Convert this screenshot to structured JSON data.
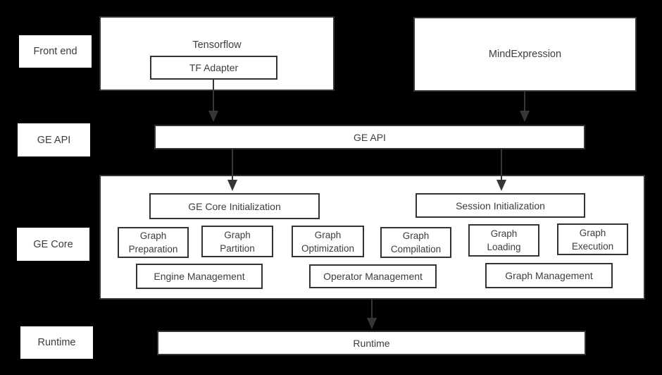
{
  "diagram": {
    "row_labels": {
      "front_end": "Front end",
      "ge_api": "GE API",
      "ge_core": "GE Core",
      "runtime": "Runtime"
    },
    "front_end": {
      "tensorflow_label": "Tensorflow",
      "tf_adapter_label": "TF Adapter",
      "mindexpression_label": "MindExpression"
    },
    "ge_api": {
      "bar_label": "GE API"
    },
    "ge_core": {
      "init_boxes": [
        {
          "label": "GE Core Initialization"
        },
        {
          "label": "Session Initialization"
        }
      ],
      "stages": [
        {
          "label": "Graph\nPreparation"
        },
        {
          "label": "Graph\nPartition"
        },
        {
          "label": "Graph\nOptimization"
        },
        {
          "label": "Graph\nCompilation"
        },
        {
          "label": "Graph\nLoading"
        },
        {
          "label": "Graph\nExecution"
        }
      ],
      "management": [
        {
          "label": "Engine Management"
        },
        {
          "label": "Operator Management"
        },
        {
          "label": "Graph Management"
        }
      ]
    },
    "runtime": {
      "bar_label": "Runtime"
    },
    "colors": {
      "background": "#000000",
      "box_fill": "#ffffff",
      "box_border": "#333333",
      "text": "#3d3d3d",
      "arrow": "#363636"
    }
  }
}
